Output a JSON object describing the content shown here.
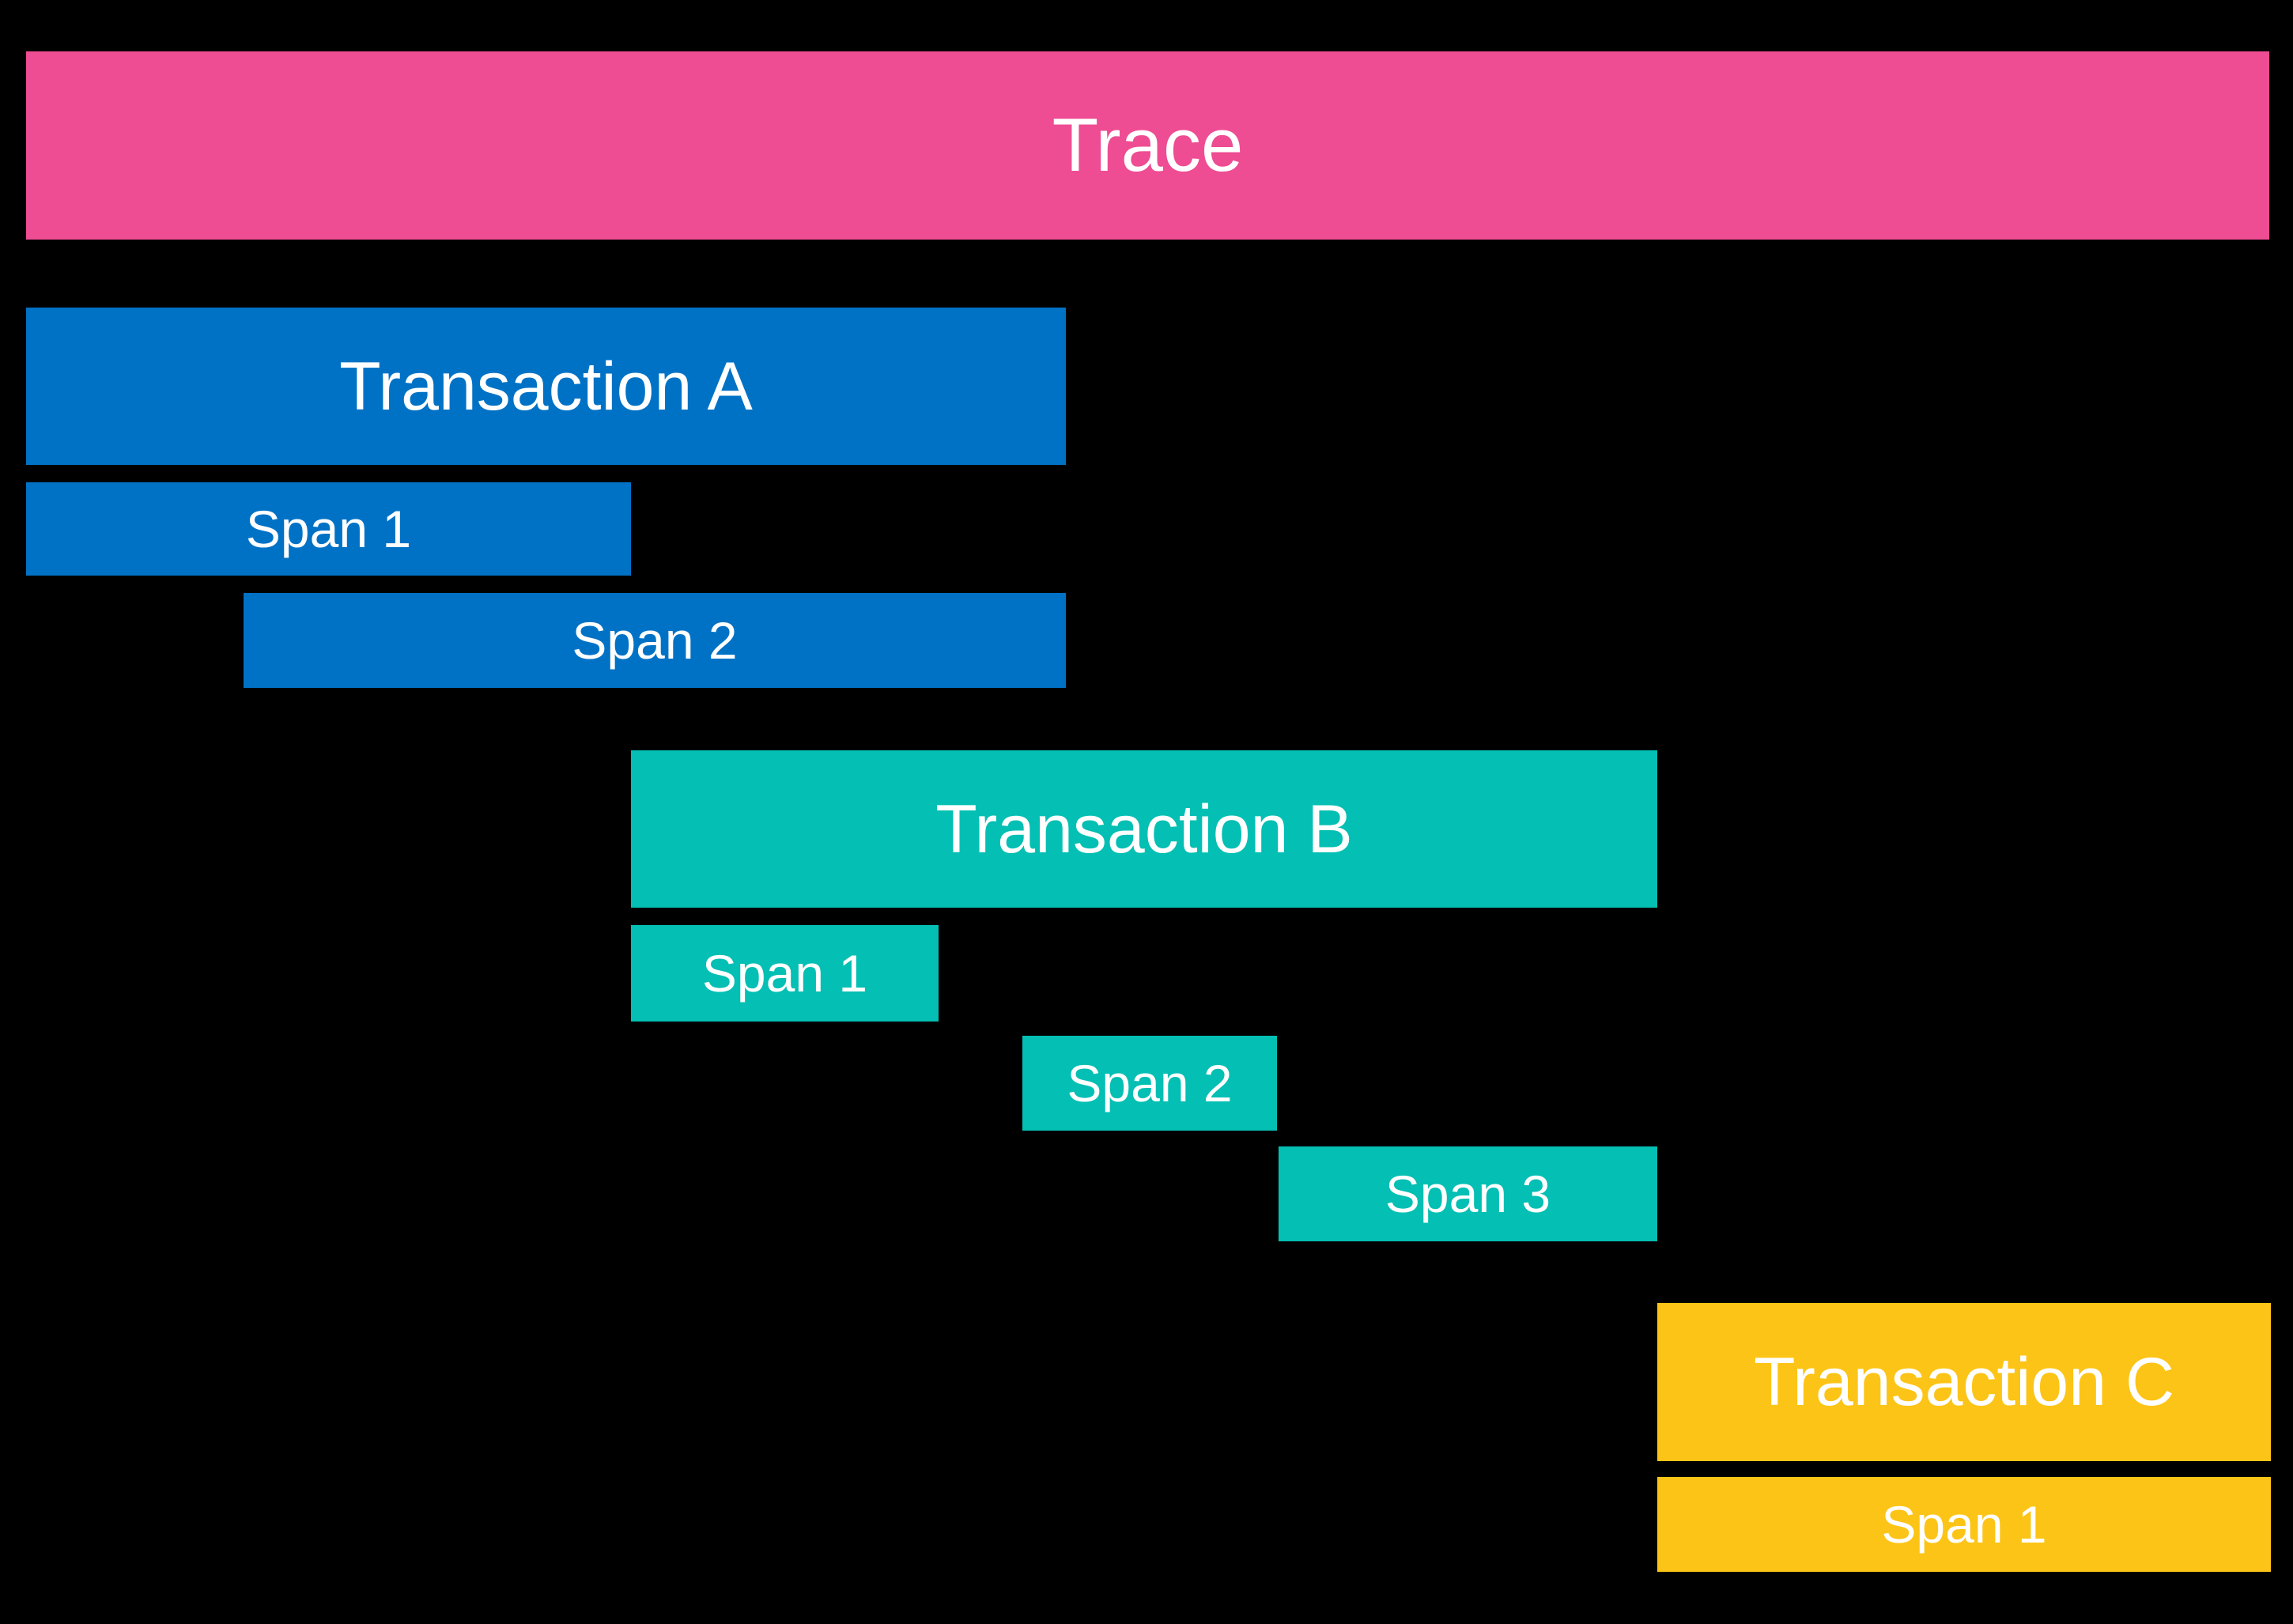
{
  "diagram": {
    "title": "Trace",
    "background_color": "#000000",
    "text_color": "#ffffff",
    "palette": {
      "trace": "#ee4c93",
      "transaction_a": "#0072c6",
      "transaction_b": "#04bfb3",
      "transaction_c": "#fcc416"
    },
    "trace": {
      "label": "Trace"
    },
    "transactions": [
      {
        "label": "Transaction A",
        "color": "#0072c6",
        "spans": [
          {
            "label": "Span 1"
          },
          {
            "label": "Span 2"
          }
        ]
      },
      {
        "label": "Transaction B",
        "color": "#04bfb3",
        "spans": [
          {
            "label": "Span 1"
          },
          {
            "label": "Span 2"
          },
          {
            "label": "Span 3"
          }
        ]
      },
      {
        "label": "Transaction C",
        "color": "#fcc416",
        "spans": [
          {
            "label": "Span 1"
          }
        ]
      }
    ]
  }
}
